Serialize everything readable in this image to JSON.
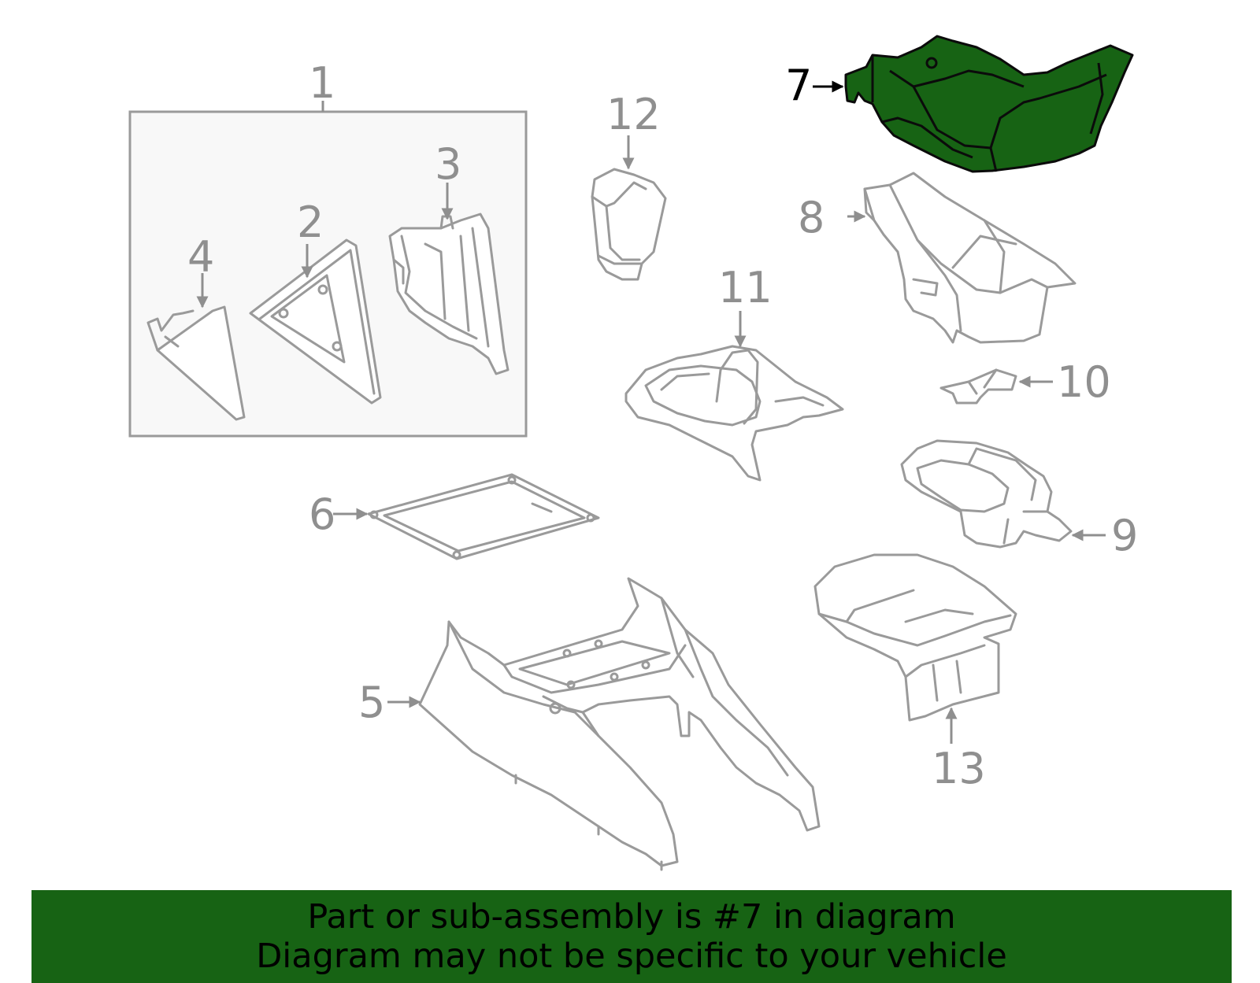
{
  "callouts": {
    "c1": "1",
    "c2": "2",
    "c3": "3",
    "c4": "4",
    "c5": "5",
    "c6": "6",
    "c7": "7",
    "c8": "8",
    "c9": "9",
    "c10": "10",
    "c11": "11",
    "c12": "12",
    "c13": "13"
  },
  "highlighted_part": "7",
  "colors": {
    "highlight": "#176314",
    "banner": "#176314",
    "line": "#9a9a9a"
  },
  "banner": {
    "line1": "Part or sub-assembly is #7 in diagram",
    "line2": "Diagram may not be specific to your vehicle"
  }
}
